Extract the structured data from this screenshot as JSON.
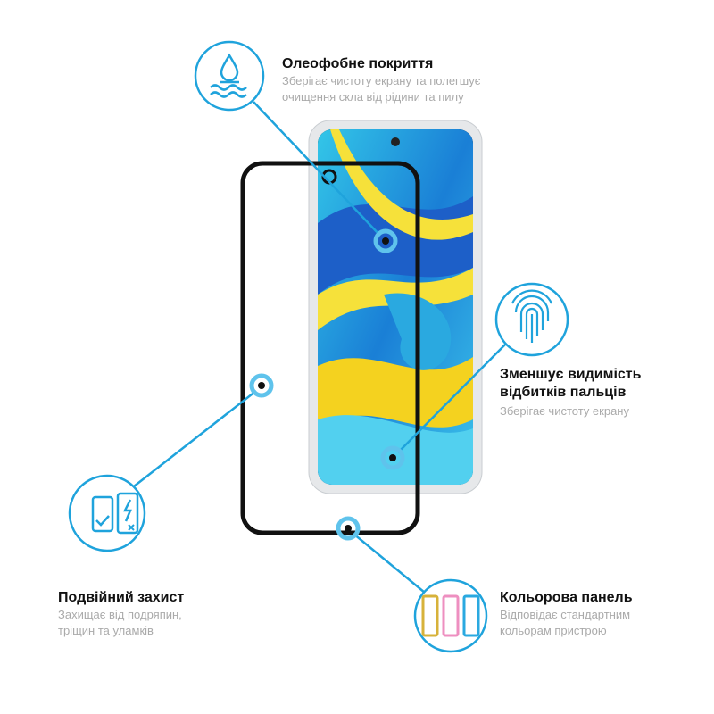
{
  "colors": {
    "accent": "#1fa3dc",
    "frame": "#111111",
    "subtitle": "#aaaaaa"
  },
  "features": [
    {
      "icon": "water-drop-icon",
      "title": "Олеофобне покриття",
      "lines": [
        "Зберігає чистоту екрану та полегшує",
        "очищення скла від рідини та пилу"
      ]
    },
    {
      "icon": "fingerprint-icon",
      "title_lines": [
        "Зменшує видимість",
        "відбитків пальців"
      ],
      "lines": [
        "Зберігає чистоту екрану"
      ]
    },
    {
      "icon": "double-protection-icon",
      "title": "Подвійний захист",
      "lines": [
        "Захищає від подряпин,",
        "тріщин та уламків"
      ]
    },
    {
      "icon": "colored-frames-icon",
      "title": "Кольорова панель",
      "lines": [
        "Відповідає стандартним",
        "кольорам пристрою"
      ]
    }
  ]
}
